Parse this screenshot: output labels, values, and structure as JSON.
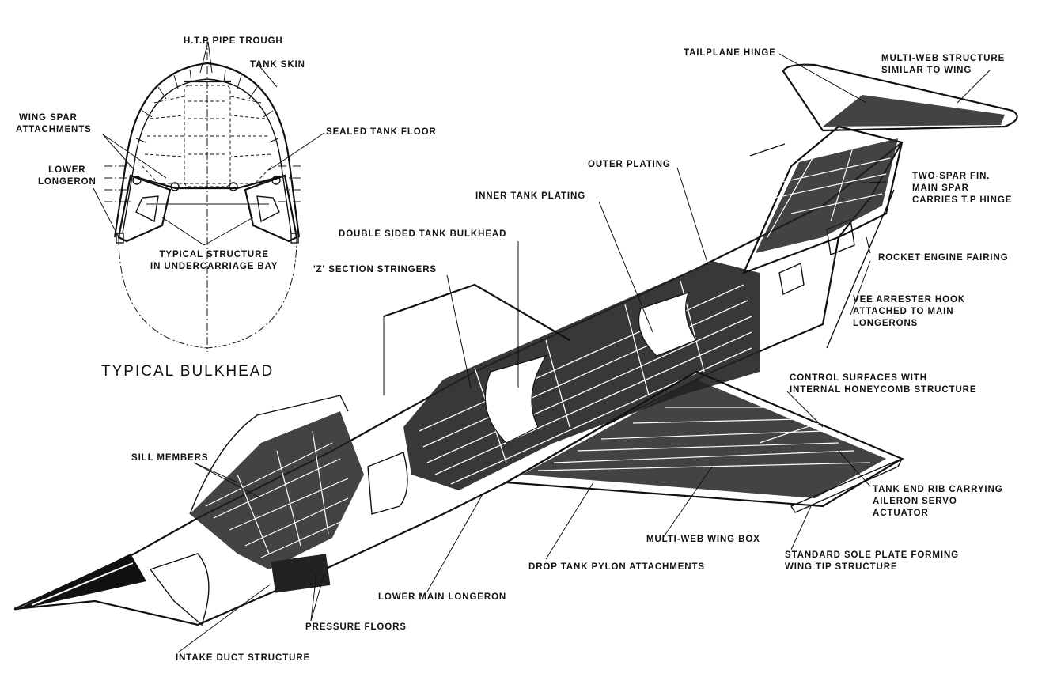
{
  "diagram": {
    "subject": "Aircraft structural cutaway drawing",
    "inset_title": "TYPICAL BULKHEAD",
    "inset_labels": {
      "htp_pipe_trough": "H.T.P  PIPE  TROUGH",
      "tank_skin": "TANK  SKIN",
      "wing_spar_attachments": [
        "WING  SPAR",
        "ATTACHMENTS"
      ],
      "sealed_tank_floor": "SEALED   TANK  FLOOR",
      "lower_longeron": [
        "LOWER",
        "LONGERON"
      ],
      "typical_structure": [
        "TYPICAL  STRUCTURE",
        "IN  UNDERCARRIAGE  BAY"
      ]
    },
    "labels": {
      "tailplane_hinge": "TAILPLANE  HINGE",
      "multi_web_structure": [
        "MULTI-WEB  STRUCTURE",
        "SIMILAR   TO  WING"
      ],
      "outer_plating": "OUTER  PLATING",
      "inner_tank_plating": "INNER  TANK  PLATING",
      "two_spar_fin": [
        "TWO-SPAR  FIN.",
        "MAIN  SPAR",
        "CARRIES  T.P  HINGE"
      ],
      "double_sided_tank_bulkhead": "DOUBLE  SIDED  TANK  BULKHEAD",
      "z_section_stringers": "'Z' SECTION  STRINGERS",
      "rocket_engine_fairing": "ROCKET  ENGINE  FAIRING",
      "vee_arrester_hook": [
        "VEE  ARRESTER  HOOK",
        "ATTACHED  TO  MAIN",
        "LONGERONS"
      ],
      "control_surfaces": [
        "CONTROL  SURFACES  WITH",
        "INTERNAL   HONEYCOMB  STRUCTURE"
      ],
      "sill_members": "SILL  MEMBERS",
      "tank_end_rib": [
        "TANK  END  RIB   CARRYING",
        "AILERON  SERVO",
        "ACTUATOR"
      ],
      "multi_web_wing_box": "MULTI-WEB  WING  BOX",
      "standard_sole_plate": [
        "STANDARD   SOLE  PLATE   FORMING",
        "WING  TIP  STRUCTURE"
      ],
      "drop_tank_pylon": "DROP  TANK  PYLON   ATTACHMENTS",
      "lower_main_longeron": "LOWER  MAIN  LONGERON",
      "pressure_floors": "PRESSURE  FLOORS",
      "intake_duct_structure": "INTAKE  DUCT  STRUCTURE"
    }
  }
}
